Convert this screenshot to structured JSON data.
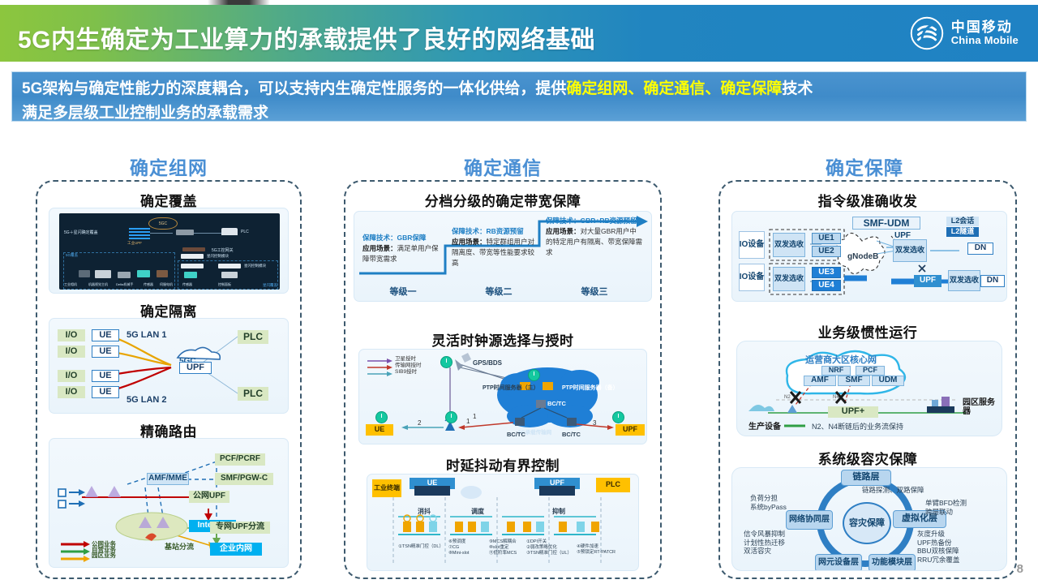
{
  "header": {
    "title": "5G内生确定为工业算力的承载提供了良好的网络基础",
    "logo_cn": "中国移动",
    "logo_en": "China Mobile",
    "bg_left": "#8cc63e",
    "bg_right": "#1f82c4"
  },
  "subtitle": {
    "line1_a": "5G架构与确定性能力的深度耦合，可以支持内生确定性服务的一体化供给，提供",
    "line1_hl": "确定组网、确定通信、确定保障",
    "line1_b": "技术",
    "line2": "满足多层级工业控制业务的承载需求",
    "highlight_color": "#ffff00",
    "band_color": "#3f8bc9"
  },
  "columns": [
    {
      "heading": "确定组网",
      "panels": [
        {
          "title": "确定覆盖"
        },
        {
          "title": "确定隔离"
        },
        {
          "title": "精确路由"
        }
      ]
    },
    {
      "heading": "确定通信",
      "panels": [
        {
          "title": "分档分级的确定带宽保障"
        },
        {
          "title": "灵活时钟源选择与授时"
        },
        {
          "title": "时延抖动有界控制"
        }
      ]
    },
    {
      "heading": "确定保障",
      "panels": [
        {
          "title": "指令级准确收发"
        },
        {
          "title": "业务级惯性运行"
        },
        {
          "title": "系统级容灾保障"
        }
      ]
    }
  ],
  "coverage_diagram": {
    "label_main": "5G＋星闪确定覆盖",
    "label_upf": "工业UPF",
    "label_5gc": "5GC",
    "label_plc": "PLC",
    "label_gateway": "5G工控网关",
    "label_zone_5g": "5G覆盖",
    "label_zone_star": "星闪覆盖",
    "label_mod1": "星闪控制模块",
    "label_mod2": "星闪控制模块",
    "devices": [
      "工业相机",
      "机器视觉主机",
      "Delta机械手",
      "传感器",
      "伺服电机"
    ],
    "devices_right": [
      "传感器",
      "控制面板"
    ]
  },
  "isolation_diagram": {
    "io": [
      "I/O",
      "I/O",
      "I/O",
      "I/O"
    ],
    "ue": [
      "UE",
      "UE",
      "UE",
      "UE"
    ],
    "plc": [
      "PLC",
      "PLC"
    ],
    "lan1": "5G LAN 1",
    "lan2": "5G LAN 2",
    "core": "5GC",
    "upf": "UPF"
  },
  "routing_diagram": {
    "amf": "AMF/MME",
    "pcf": "PCF/PCRF",
    "smf": "SMF/PGW-C",
    "public_upf": "公网UPF",
    "internet": "Internet",
    "private_upf": "专网UPF分流",
    "enterprise": "企业内网",
    "base_split": "基站分流",
    "legend": [
      "公网业务",
      "自营业务",
      "园区业务"
    ]
  },
  "bandwidth_ladder": {
    "steps": [
      {
        "tech_label": "保障技术：",
        "tech_value": "GBR保障",
        "scene_label": "应用场景：",
        "scene_value": "满足单用户保障带宽需求",
        "level": "等级一"
      },
      {
        "tech_label": "保障技术：",
        "tech_value": "RB资源预留",
        "scene_label": "应用场景：",
        "scene_value": "特定群组用户对隔离度、带宽等性能要求较高",
        "level": "等级二"
      },
      {
        "tech_label": "保障技术：",
        "tech_value": "GBR+RB资源预留",
        "scene_label": "应用场景：",
        "scene_value": "对大量GBR用户中的特定用户有隔离、带宽保障需求",
        "level": "等级三"
      }
    ]
  },
  "clock_diagram": {
    "legend": [
      "卫星授时",
      "传输网授时",
      "SIB9授时"
    ],
    "gps": "GPS/BDS",
    "ptp_master": "PTP时间服务器（主）",
    "ptp_backup": "PTP时间服务器（备）",
    "transport": "5G承载传输网",
    "ue": "UE",
    "upf": "UPF",
    "nodes": [
      "BC/TC",
      "BC/TC",
      "BC/TC"
    ],
    "hops": [
      "1",
      "1",
      "2",
      "3"
    ]
  },
  "jitter_diagram": {
    "terminal": "工业终端",
    "ue": "UE",
    "upf": "UPF",
    "plc": "PLC",
    "stage_labels": [
      "消抖",
      "调度",
      "抑制"
    ],
    "notes": [
      "①TSN精准门控（DL）",
      "⑥预调度\n⑦CG\n⑧Mini-slot",
      "⑨MCS解耦合\n⑩slot重定\n⑪低阶率MCS",
      "①DPI开关\n②弱改策略优化\n③TSN精准门控（UL）",
      "④硬件加速\n⑤预锁定RT-PATCR"
    ]
  },
  "command_diagram": {
    "io_devices": [
      "IO设备",
      "IO设备"
    ],
    "dual_send": [
      "双发选收",
      "双发选收",
      "双发选收",
      "双发选收"
    ],
    "ue": [
      "UE1",
      "UE2",
      "UE3",
      "UE4"
    ],
    "gnodeb": "gNodeB",
    "smf_udm": "SMF-UDM",
    "upf": [
      "UPF",
      "UPF"
    ],
    "dn": [
      "DN",
      "DN"
    ],
    "l2_session": "L2会话",
    "l2_tunnel": "L2隧道"
  },
  "inertia_diagram": {
    "cloud_title": "运营商大区核心网",
    "nfs": [
      "NRF",
      "PCF",
      "AMF",
      "SMF",
      "UDM"
    ],
    "upf": "UPF+",
    "production": "生产设备",
    "park_server": "园区服务器",
    "break_labels": [
      "N2",
      "N4"
    ],
    "legend": "N2、N4断链后的业务流保持"
  },
  "dr_diagram": {
    "core": "容灾保障",
    "nodes": [
      "链路层",
      "虚拟化层",
      "功能模块层",
      "网元设备层",
      "网络协同层"
    ],
    "notes_top_right": "链路探测、双路保障",
    "notes_right": "单臂BFD检测\n跨层联动",
    "notes_left_top": "负荷分担\n系统byPass",
    "notes_left_bottom": "信令风暴抑制\n计划性热迁移\n双活容灾",
    "notes_bottom_right": "灰度升级\nUPF热备份\nBBU双核保障\nRRU冗余覆盖"
  },
  "page_number": "8"
}
